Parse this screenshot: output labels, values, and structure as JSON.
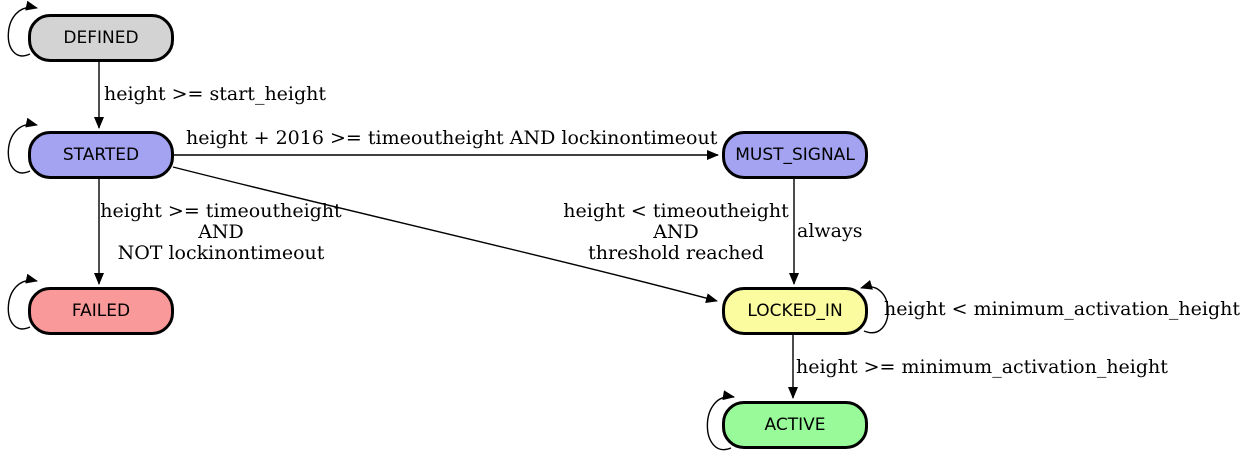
{
  "diagram_type": "state-machine",
  "nodes": {
    "defined": {
      "label": "DEFINED",
      "fill": "#d3d3d3"
    },
    "started": {
      "label": "STARTED",
      "fill": "#a3a3f2"
    },
    "must_signal": {
      "label": "MUST_SIGNAL",
      "fill": "#a3a3f2"
    },
    "failed": {
      "label": "FAILED",
      "fill": "#fa9999"
    },
    "locked_in": {
      "label": "LOCKED_IN",
      "fill": "#fbfba0"
    },
    "active": {
      "label": "ACTIVE",
      "fill": "#99fa99"
    }
  },
  "edge_labels": {
    "defined_to_started": "height >= start_height",
    "started_to_must_signal": "height + 2016 >= timeoutheight AND lockinontimeout",
    "started_to_failed": "height >= timeoutheight\nAND\nNOT lockinontimeout",
    "started_to_locked_in": "height < timeoutheight\nAND\nthreshold reached",
    "must_signal_to_locked_in": "always",
    "locked_in_self": "height < minimum_activation_height",
    "locked_in_to_active": "height >= minimum_activation_height"
  },
  "edges": [
    {
      "from": "DEFINED",
      "to": "DEFINED",
      "label": ""
    },
    {
      "from": "DEFINED",
      "to": "STARTED",
      "label": "height >= start_height"
    },
    {
      "from": "STARTED",
      "to": "STARTED",
      "label": ""
    },
    {
      "from": "STARTED",
      "to": "MUST_SIGNAL",
      "label": "height + 2016 >= timeoutheight AND lockinontimeout"
    },
    {
      "from": "STARTED",
      "to": "FAILED",
      "label": "height >= timeoutheight AND NOT lockinontimeout"
    },
    {
      "from": "STARTED",
      "to": "LOCKED_IN",
      "label": "height < timeoutheight AND threshold reached"
    },
    {
      "from": "MUST_SIGNAL",
      "to": "LOCKED_IN",
      "label": "always"
    },
    {
      "from": "LOCKED_IN",
      "to": "LOCKED_IN",
      "label": "height < minimum_activation_height"
    },
    {
      "from": "LOCKED_IN",
      "to": "ACTIVE",
      "label": "height >= minimum_activation_height"
    },
    {
      "from": "FAILED",
      "to": "FAILED",
      "label": ""
    },
    {
      "from": "ACTIVE",
      "to": "ACTIVE",
      "label": ""
    }
  ],
  "colors": {
    "edge_stroke": "#000000",
    "node_border": "#000000",
    "text": "#000000",
    "background": "#ffffff"
  }
}
